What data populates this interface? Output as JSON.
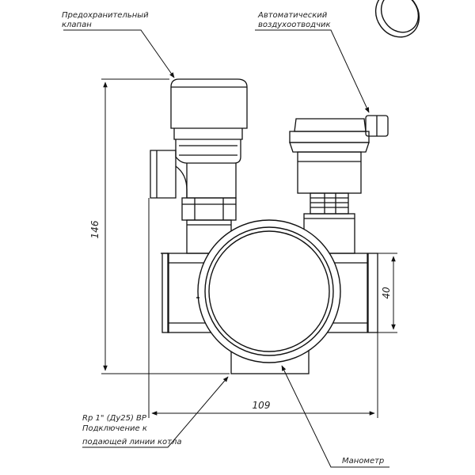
{
  "labels": {
    "safety_valve": [
      "Предохранительный",
      "клапан"
    ],
    "air_vent": [
      "Автоматический",
      "воздухоотводчик"
    ],
    "connection": [
      "Rp 1\" (Ду25) ВР",
      "Подключение к",
      "подающей линии котла"
    ],
    "manometer": "Манометр"
  },
  "dimensions": {
    "height": "146",
    "width": "109",
    "side": "40"
  }
}
